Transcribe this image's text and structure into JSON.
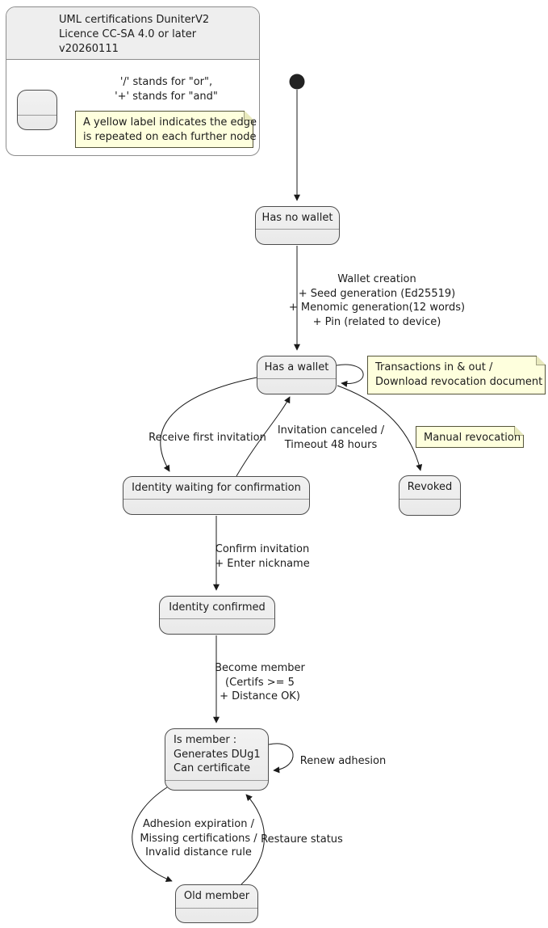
{
  "legend": {
    "title_lines": [
      "UML certifications DuniterV2",
      "Licence CC-SA 4.0 or later",
      "v20260111"
    ],
    "symbol_lines": [
      "'/' stands for \"or\",",
      "'+' stands for \"and\""
    ],
    "note_lines": [
      "A yellow label indicates the edge",
      "is repeated on each further node"
    ]
  },
  "states": {
    "has_no_wallet": "Has no wallet",
    "has_a_wallet": "Has a wallet",
    "identity_waiting": "Identity waiting for confirmation",
    "revoked": "Revoked",
    "identity_confirmed": "Identity confirmed",
    "is_member_lines": [
      "Is member :",
      "Generates DUg1",
      "Can certificate"
    ],
    "old_member": "Old member"
  },
  "notes": {
    "has_a_wallet_lines": [
      "Transactions in & out /",
      "Download revocation document"
    ],
    "revoked": "Manual revocation"
  },
  "edge_labels": {
    "wallet_creation_lines": [
      "Wallet creation",
      "+ Seed generation (Ed25519)",
      "+ Menomic generation(12 words)",
      "+ Pin (related to device)"
    ],
    "receive_first_invitation": "Receive first invitation",
    "invitation_canceled_lines": [
      "Invitation canceled /",
      "Timeout 48 hours"
    ],
    "confirm_invitation_lines": [
      "Confirm invitation",
      "+ Enter nickname"
    ],
    "become_member_lines": [
      "Become member",
      "(Certifs >= 5",
      "+ Distance OK)"
    ],
    "renew_adhesion": "Renew adhesion",
    "adhesion_expiration_lines": [
      "Adhesion expiration /",
      "Missing certifications /",
      "Invalid distance rule"
    ],
    "restaure_status": "Restaure status"
  },
  "colors": {
    "background": "#ffffff",
    "state_fill": "#f2f2f2",
    "state_fill_dark": "#e9e9e9",
    "state_border": "#4d4d4d",
    "state_divider": "#9a9a9a",
    "note_fill": "#feffdd",
    "note_border": "#55553a",
    "note_fold": "#e8e9bd",
    "legend_border": "#8c8c8c",
    "legend_title_fill": "#eeeeee",
    "edge_color": "#1a1a1a",
    "text_color": "#1c1c1c",
    "start_node_fill": "#222222"
  }
}
